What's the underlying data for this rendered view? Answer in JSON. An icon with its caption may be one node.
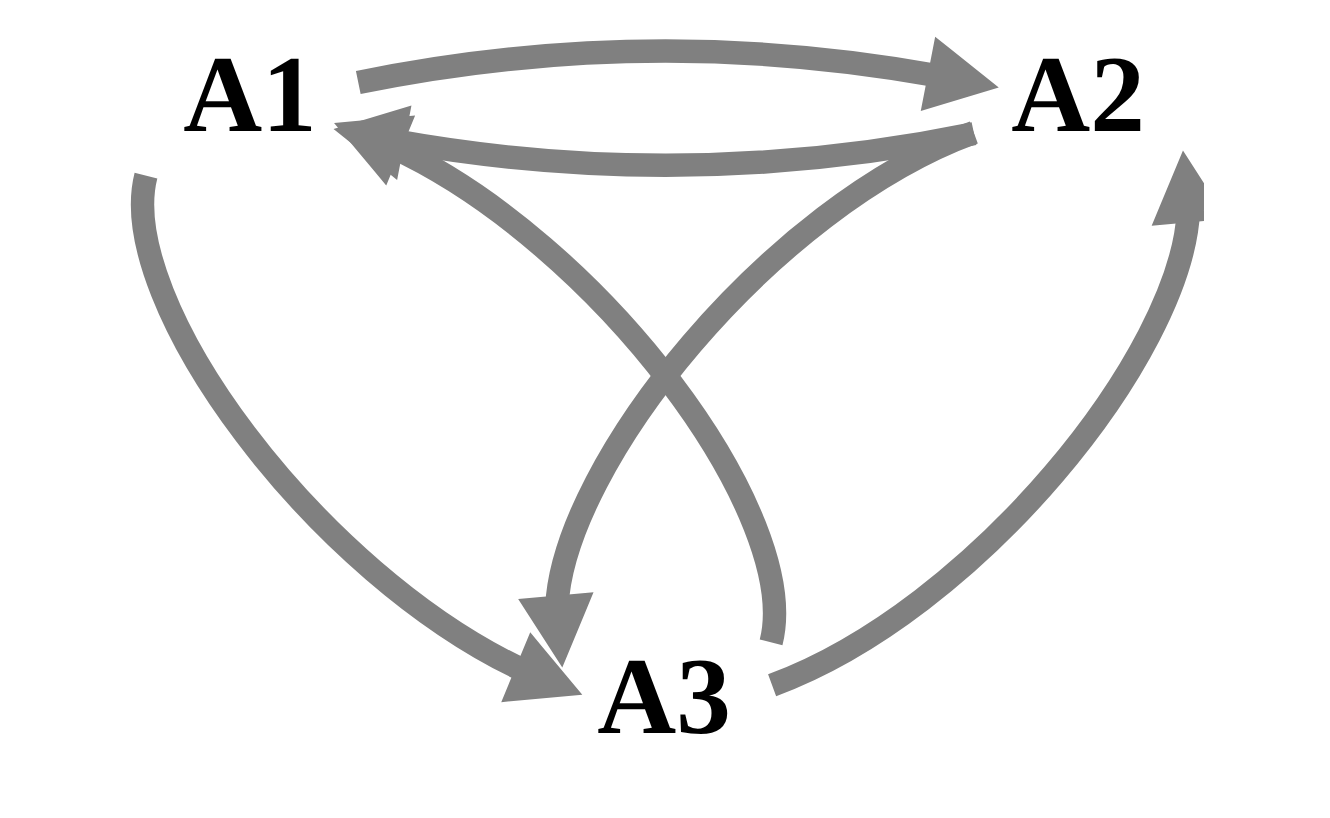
{
  "diagram": {
    "nodes": [
      {
        "text": [
          "A1"
        ]
      },
      {
        "text": [
          "A2"
        ]
      },
      {
        "text": [
          "A3"
        ]
      }
    ],
    "edges": [
      {
        "from": 1,
        "to": 0,
        "arrow": "to"
      },
      {
        "from": 0,
        "to": 1,
        "arrow": "to"
      },
      {
        "from": 0,
        "to": 2,
        "arrow": "to"
      },
      {
        "from": 2,
        "to": 0,
        "arrow": "to"
      },
      {
        "from": 1,
        "to": 2,
        "arrow": "to"
      },
      {
        "from": 2,
        "to": 1,
        "arrow": "to"
      }
    ]
  }
}
